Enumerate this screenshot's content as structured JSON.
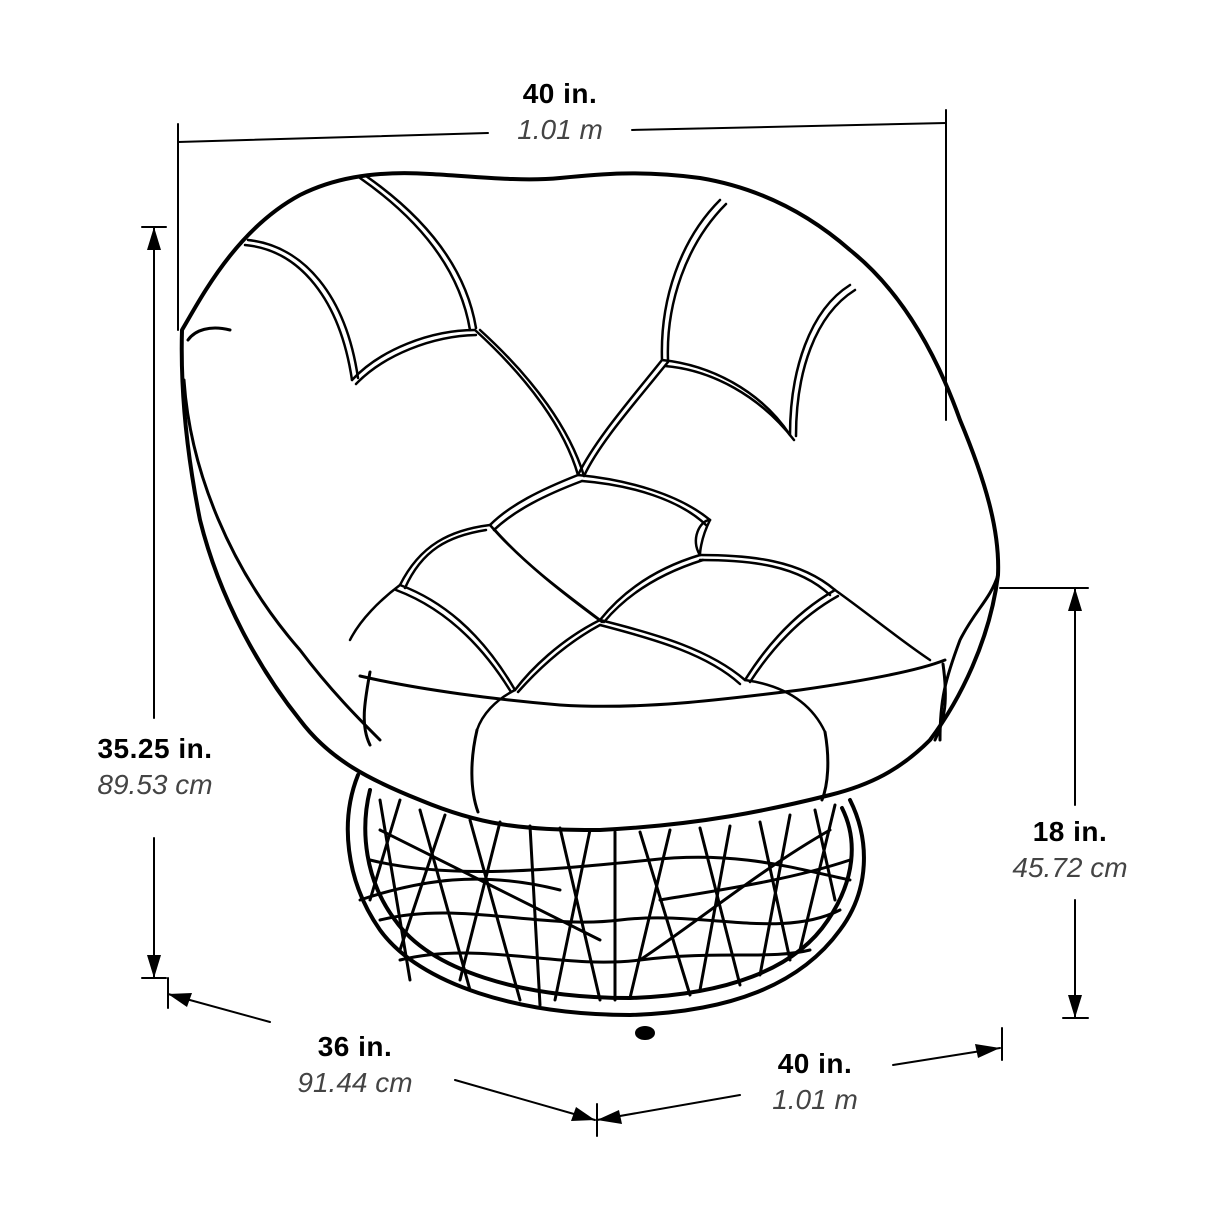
{
  "diagram": {
    "subject": "papasan swivel chair with tufted round cushion and woven wicker base",
    "line_color": "#000000",
    "background": "#ffffff",
    "dimensions": {
      "top_width": {
        "imperial": "40 in.",
        "metric": "1.01 m"
      },
      "overall_height": {
        "imperial": "35.25 in.",
        "metric": "89.53 cm"
      },
      "seat_height": {
        "imperial": "18 in.",
        "metric": "45.72 cm"
      },
      "depth": {
        "imperial": "36 in.",
        "metric": "91.44 cm"
      },
      "base_width": {
        "imperial": "40 in.",
        "metric": "1.01 m"
      }
    }
  }
}
